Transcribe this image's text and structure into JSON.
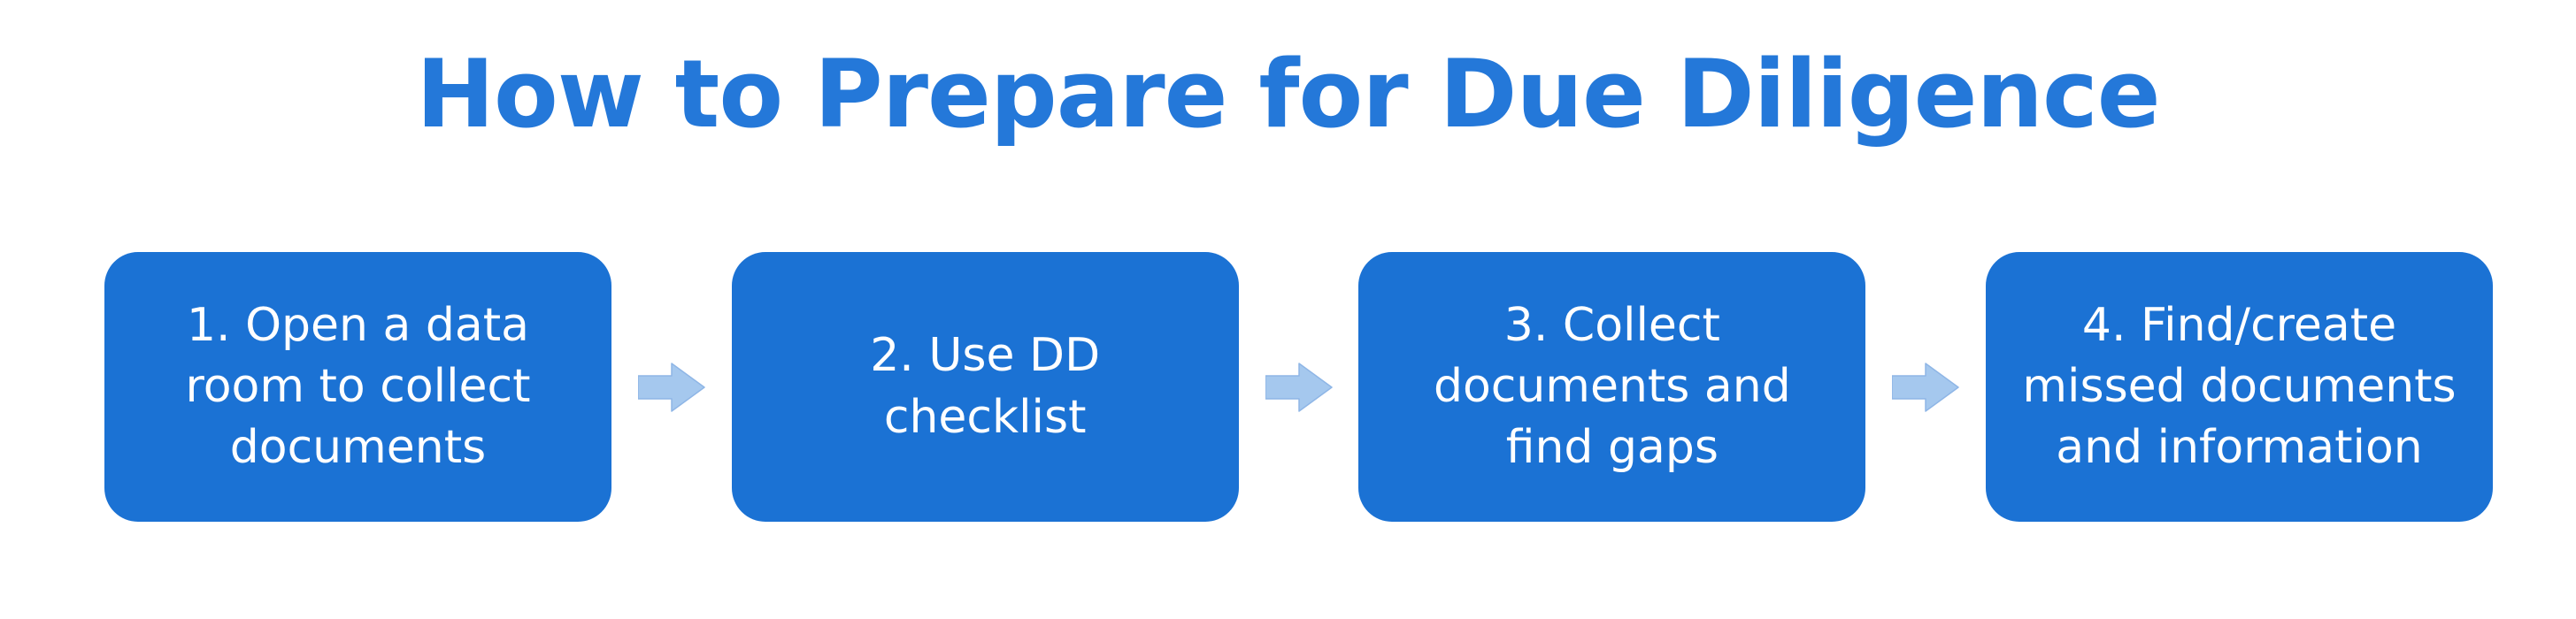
{
  "title": "How to Prepare for Due Diligence",
  "colors": {
    "title_blue": "#2478d9",
    "box_blue": "#1b72d4",
    "arrow_fill": "#a5c8ee",
    "arrow_edge": "#8fb6e6",
    "text_white": "#ffffff",
    "background": "#ffffff"
  },
  "steps": [
    {
      "label": "1. Open a data\nroom to collect\ndocuments"
    },
    {
      "label": "2. Use DD\nchecklist"
    },
    {
      "label": "3. Collect\ndocuments and\nfind gaps"
    },
    {
      "label": "4. Find/create\nmissed documents\nand information"
    }
  ],
  "arrow_icon": "right-block-arrow"
}
